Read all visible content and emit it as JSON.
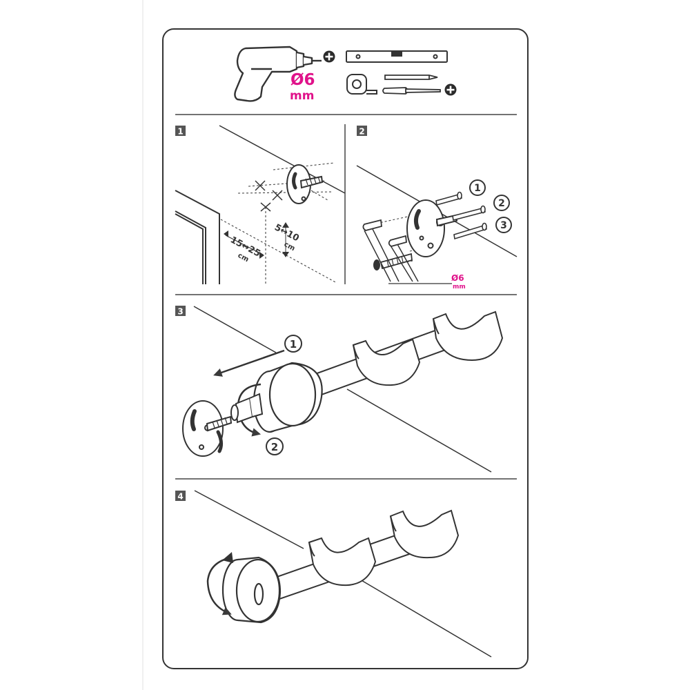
{
  "colors": {
    "magenta": "#e0128a",
    "line": "#3a3a3a",
    "step_box": "#555555",
    "border": "#333333",
    "fold_line": "#e6e6e6"
  },
  "icons": [
    "drill-icon",
    "spirit-level-icon",
    "tape-measure-icon",
    "pencil-icon",
    "screwdriver-icon",
    "plus-icon"
  ],
  "tools": {
    "drill_size": "Ø6",
    "drill_unit": "mm"
  },
  "steps": [
    {
      "number": "1"
    },
    {
      "number": "2"
    },
    {
      "number": "3"
    },
    {
      "number": "4"
    }
  ],
  "step1": {
    "horizontal_dim": "15↔25",
    "horizontal_unit": "cm",
    "vertical_dim": "5↔10",
    "vertical_unit": "cm"
  },
  "step2": {
    "screw_labels": [
      "1",
      "2",
      "3"
    ],
    "drill_size": "Ø6",
    "drill_unit": "mm"
  },
  "step3": {
    "callouts": [
      "1",
      "2"
    ]
  }
}
